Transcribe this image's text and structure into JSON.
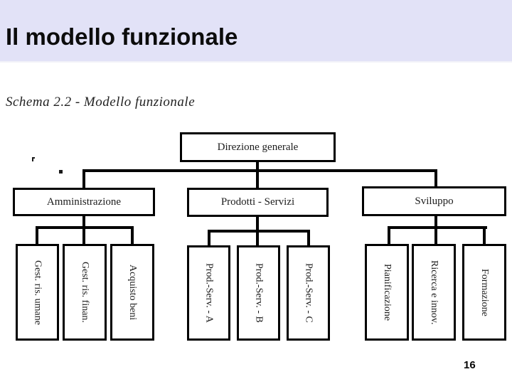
{
  "slide": {
    "title": "Il modello funzionale",
    "page_number": "16",
    "colors": {
      "header_background": "#e2e2f7",
      "box_border": "#000000",
      "diagram_text": "#1c1c1c"
    }
  },
  "diagram": {
    "caption": "Schema 2.2 - Modello funzionale",
    "type": "org-chart",
    "root": {
      "label": "Direzione generale"
    },
    "level2": [
      {
        "label": "Amministrazione"
      },
      {
        "label": "Prodotti - Servizi"
      },
      {
        "label": "Sviluppo"
      }
    ],
    "level3": [
      {
        "label": "Gest. ris. umane",
        "parent": "Amministrazione"
      },
      {
        "label": "Gest. ris. finan.",
        "parent": "Amministrazione"
      },
      {
        "label": "Acquisto beni",
        "parent": "Amministrazione"
      },
      {
        "label": "Prod.-Serv. - A",
        "parent": "Prodotti - Servizi"
      },
      {
        "label": "Prod.-Serv. - B",
        "parent": "Prodotti - Servizi"
      },
      {
        "label": "Prod.-Serv. - C",
        "parent": "Prodotti - Servizi"
      },
      {
        "label": "Pianificazione",
        "parent": "Sviluppo"
      },
      {
        "label": "Ricerca e innov.",
        "parent": "Sviluppo"
      },
      {
        "label": "Formazione",
        "parent": "Sviluppo"
      }
    ]
  }
}
